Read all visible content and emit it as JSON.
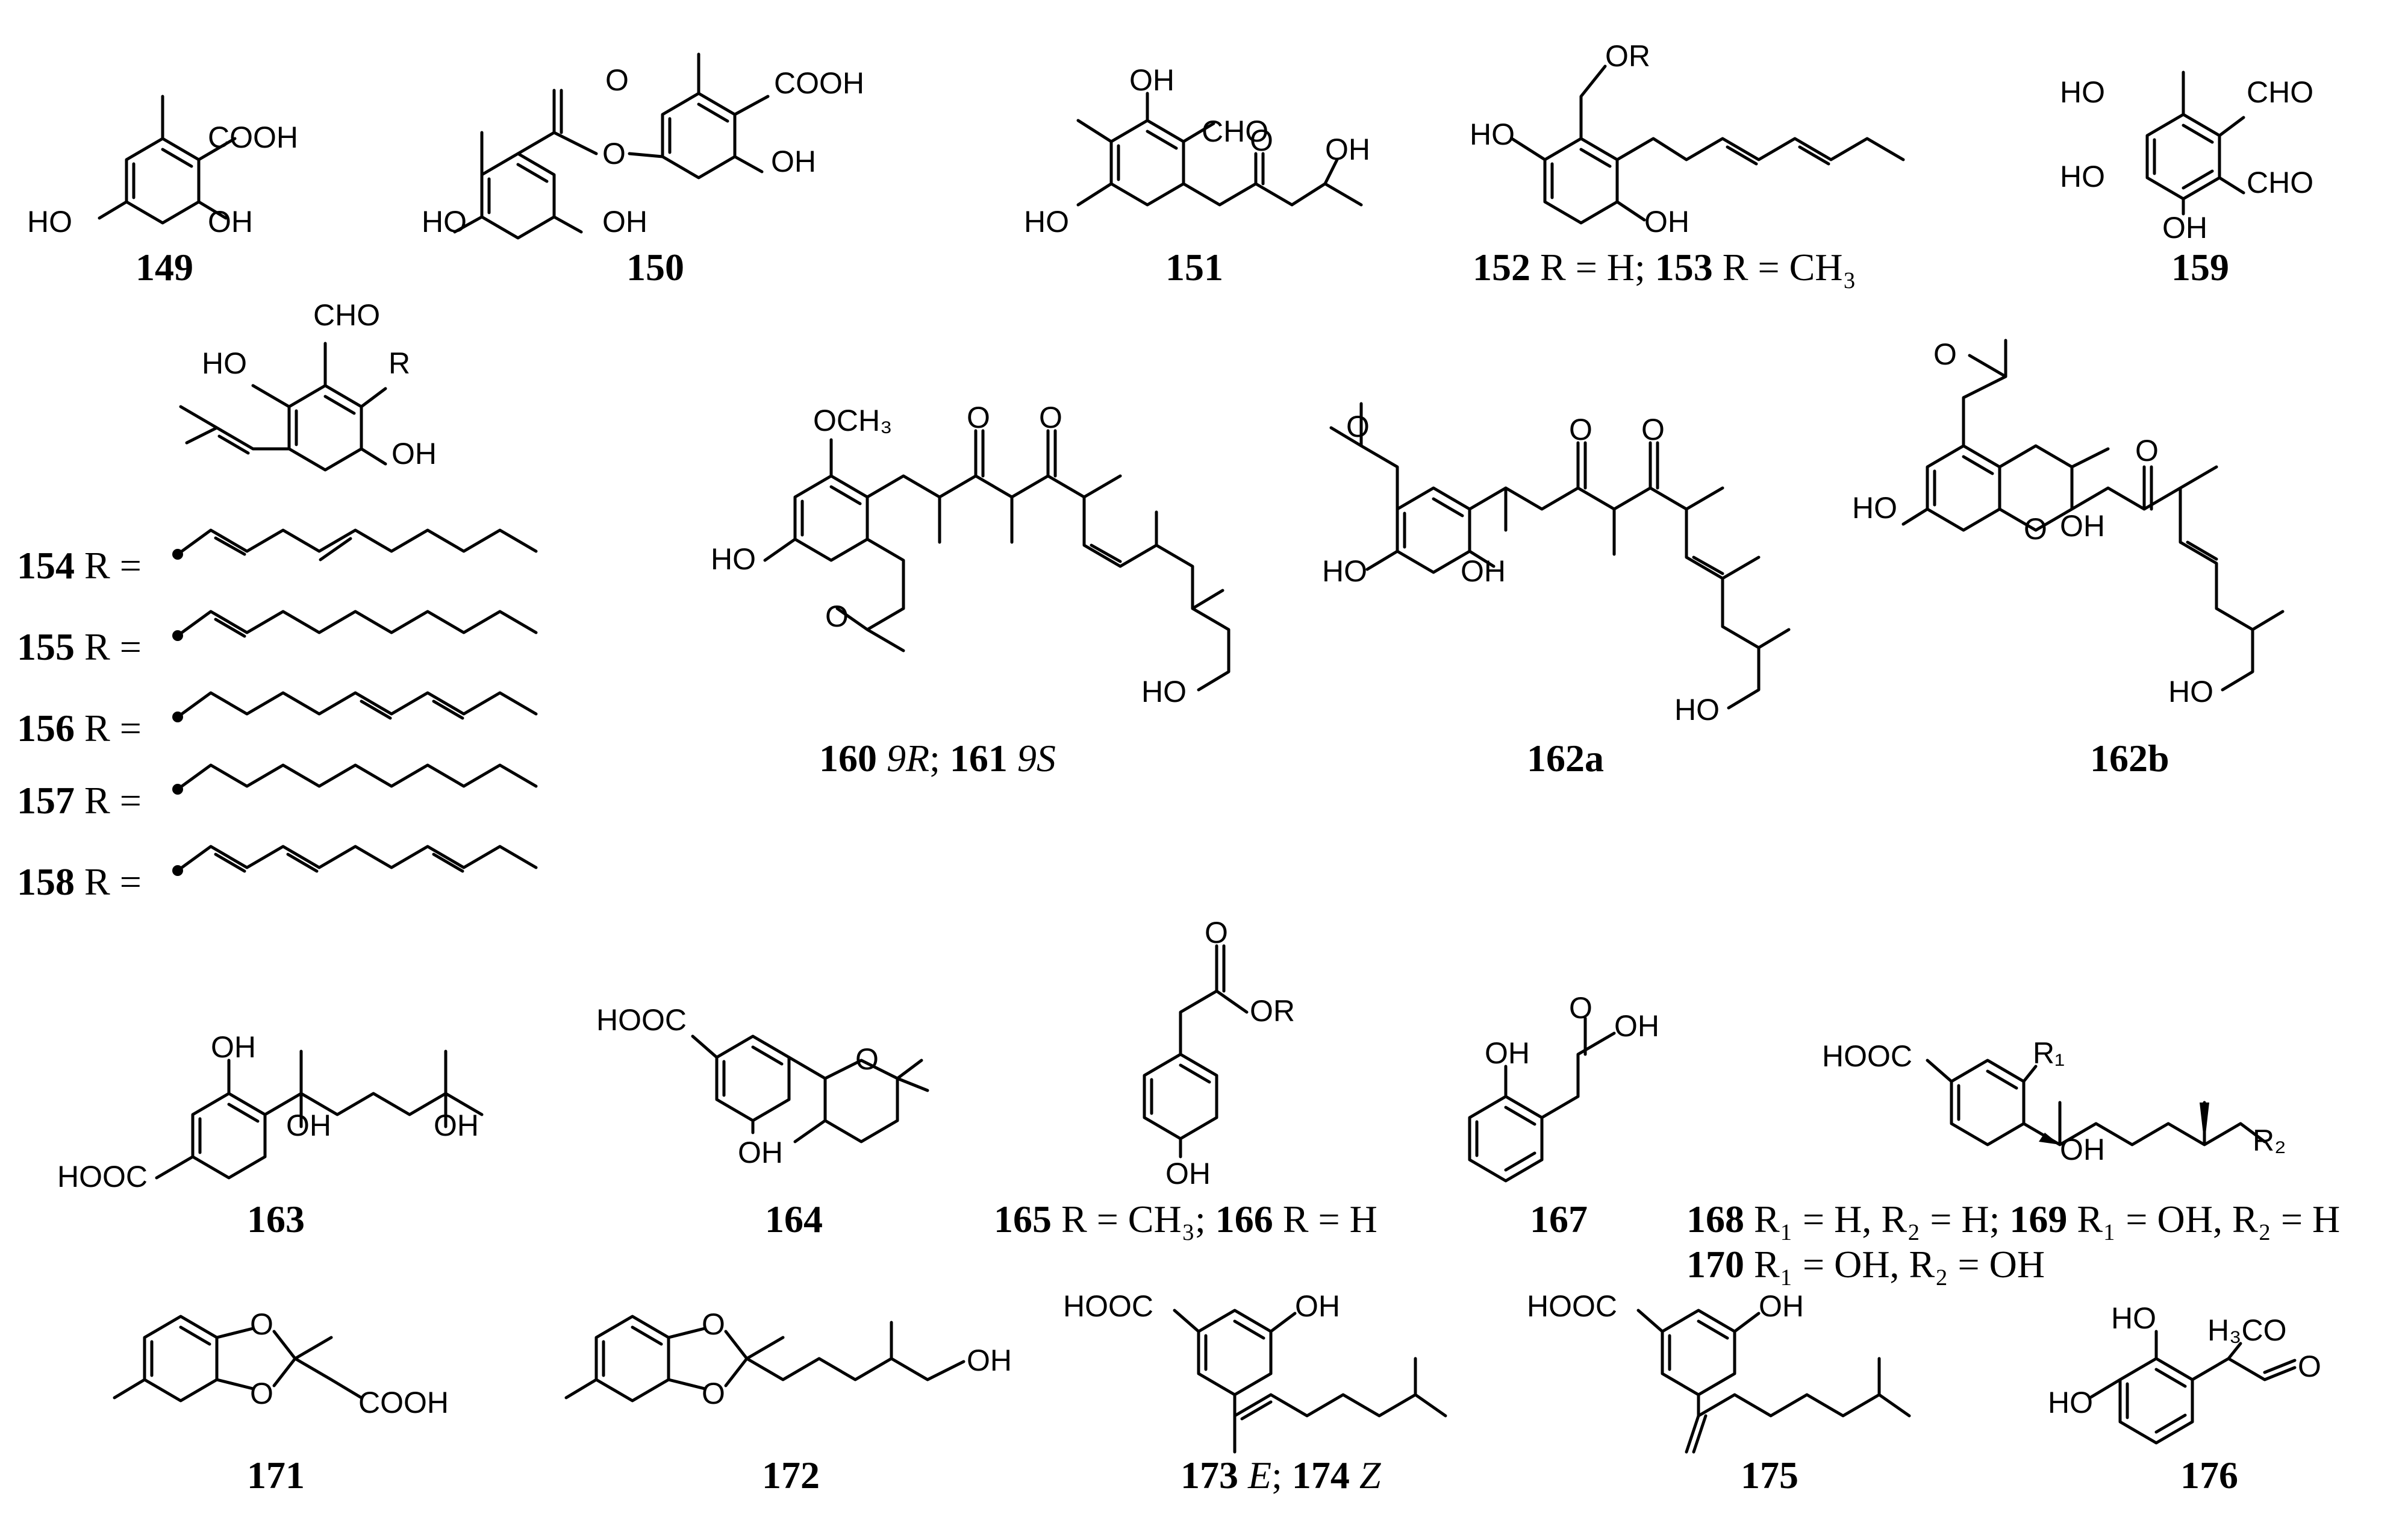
{
  "compounds": [
    {
      "id": "c149",
      "number": "149",
      "caption_suffix": "",
      "labels": [
        "COOH",
        "HO",
        "OH"
      ]
    },
    {
      "id": "c150",
      "number": "150",
      "caption_suffix": "",
      "labels": [
        "O",
        "O",
        "COOH",
        "HO",
        "OH",
        "OH"
      ]
    },
    {
      "id": "c151",
      "number": "151",
      "caption_suffix": "",
      "labels": [
        "OH",
        "CHO",
        "O",
        "OH",
        "HO"
      ]
    },
    {
      "id": "c152_153",
      "number": "152",
      "caption_suffix": " R = H; ",
      "number2": "153",
      "caption_suffix2": " R = CH₃",
      "labels": [
        "OR",
        "HO",
        "OH"
      ]
    },
    {
      "id": "c159",
      "number": "159",
      "caption_suffix": "",
      "labels": [
        "HO",
        "CHO",
        "HO",
        "CHO",
        "OH"
      ]
    },
    {
      "id": "c154_158",
      "labels": [
        "CHO",
        "HO",
        "R",
        "OH"
      ],
      "r_rows": [
        {
          "number": "154",
          "suffix": " R ="
        },
        {
          "number": "155",
          "suffix": " R ="
        },
        {
          "number": "156",
          "suffix": " R ="
        },
        {
          "number": "157",
          "suffix": " R ="
        },
        {
          "number": "158",
          "suffix": " R ="
        }
      ]
    },
    {
      "id": "c160_161",
      "number": "160",
      "caption_suffix": " 9R",
      "sep": "; ",
      "number2": "161",
      "caption_suffix2": " 9S",
      "labels": [
        "OCH₃",
        "O",
        "O",
        "HO",
        "O",
        "HO"
      ]
    },
    {
      "id": "c162a",
      "number": "162a",
      "caption_suffix": "",
      "labels": [
        "O",
        "O",
        "O",
        "HO",
        "OH",
        "HO"
      ]
    },
    {
      "id": "c162b",
      "number": "162b",
      "caption_suffix": "",
      "labels": [
        "O",
        "O",
        "HO",
        "O",
        "OH",
        "HO"
      ]
    },
    {
      "id": "c163",
      "number": "163",
      "caption_suffix": "",
      "labels": [
        "OH",
        "OH",
        "OH",
        "HOOC"
      ]
    },
    {
      "id": "c164",
      "number": "164",
      "caption_suffix": "",
      "labels": [
        "HOOC",
        "O",
        "OH"
      ]
    },
    {
      "id": "c165_166",
      "number": "165",
      "caption_suffix": " R = CH₃; ",
      "number2": "166",
      "caption_suffix2": " R = H",
      "labels": [
        "O",
        "OR",
        "OH"
      ]
    },
    {
      "id": "c167",
      "number": "167",
      "caption_suffix": "",
      "labels": [
        "OH",
        "O",
        "OH"
      ]
    },
    {
      "id": "c168_170",
      "number": "168",
      "caption_suffix": " R₁ = H, R₂ = H; ",
      "number2": "169",
      "caption_suffix2": " R₁ = OH, R₂ = H",
      "number3": "170",
      "caption_suffix3": " R₁ = OH, R₂ = OH",
      "labels": [
        "HOOC",
        "R₁",
        "OH",
        "R₂"
      ]
    },
    {
      "id": "c171",
      "number": "171",
      "caption_suffix": "",
      "labels": [
        "O",
        "O",
        "COOH"
      ]
    },
    {
      "id": "c172",
      "number": "172",
      "caption_suffix": "",
      "labels": [
        "O",
        "O",
        "OH"
      ]
    },
    {
      "id": "c173_174",
      "number": "173",
      "caption_suffix": " E",
      "sep": "; ",
      "number2": "174",
      "caption_suffix2": " Z",
      "labels": [
        "HOOC",
        "OH"
      ]
    },
    {
      "id": "c175",
      "number": "175",
      "caption_suffix": "",
      "labels": [
        "HOOC",
        "OH"
      ]
    },
    {
      "id": "c176",
      "number": "176",
      "caption_suffix": "",
      "labels": [
        "HO",
        "H₃CO",
        "O",
        "HO"
      ]
    }
  ]
}
